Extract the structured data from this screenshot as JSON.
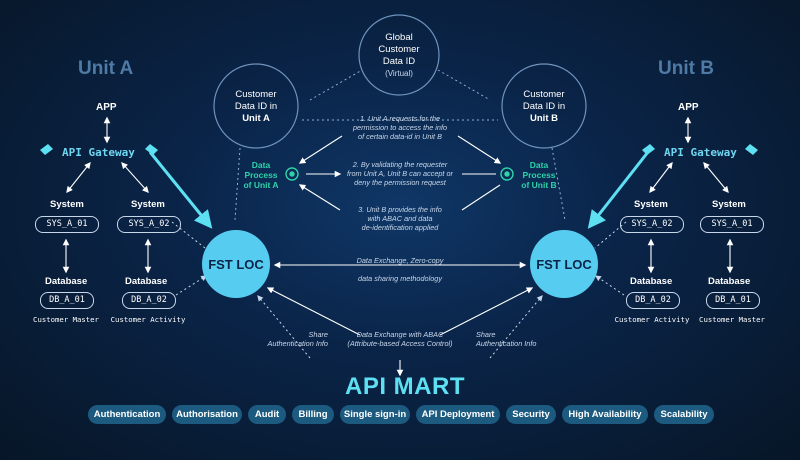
{
  "unit_a": {
    "title": "Unit A",
    "app": "APP",
    "gateway": "API Gateway",
    "system_label": "System",
    "database_label": "Database",
    "systems": [
      {
        "label": "System",
        "box": "SYS_A_01",
        "db_label": "Database",
        "db_box": "DB_A_01",
        "caption": "Customer Master"
      },
      {
        "label": "System",
        "box": "SYS_A_02",
        "db_label": "Database",
        "db_box": "DB_A_02",
        "caption": "Customer Activity"
      }
    ],
    "customer_id_line1": "Customer",
    "customer_id_line2": "Data ID in",
    "customer_id_line3": "Unit A",
    "data_process": [
      "Data",
      "Process",
      "of Unit A"
    ]
  },
  "unit_b": {
    "title": "Unit B",
    "app": "APP",
    "gateway": "API Gateway",
    "systems": [
      {
        "label": "System",
        "box": "SYS_A_02",
        "db_label": "Database",
        "db_box": "DB_A_02",
        "caption": "Customer Activity"
      },
      {
        "label": "System",
        "box": "SYS_A_01",
        "db_label": "Database",
        "db_box": "DB_A_01",
        "caption": "Customer Master"
      }
    ],
    "customer_id_line1": "Customer",
    "customer_id_line2": "Data ID in",
    "customer_id_line3": "Unit B",
    "data_process": [
      "Data",
      "Process",
      "of Unit B"
    ]
  },
  "global_id": [
    "Global",
    "Customer",
    "Data ID",
    "(Virtual)"
  ],
  "steps": [
    [
      "1. Unit A requests for the",
      "permission to access the info",
      "of certain data-id in Unit B"
    ],
    [
      "2. By validating the requester",
      "from Unit A, Unit B can accept or",
      "deny the permission request"
    ],
    [
      "3. Unit B provides the info",
      "with ABAC and data",
      "de-identification applied"
    ]
  ],
  "fst_loc": "FST LOC",
  "exchange": [
    "Data Exchange, Zero-copy",
    "data sharing methodology"
  ],
  "share_auth": [
    "Share",
    "Authentication Info"
  ],
  "share_auth_b": [
    "Share Authentication Info"
  ],
  "abac": [
    "Data Exchange with ABAC",
    "(Attribute-based Access Control)"
  ],
  "api_mart": "API MART",
  "features": [
    "Authentication",
    "Authorisation",
    "Audit",
    "Billing",
    "Single sign-in",
    "API Deployment",
    "Security",
    "High Availability",
    "Scalability"
  ],
  "colors": {
    "accent": "#5ee0f3",
    "fst": "#56cdf0",
    "green": "#2ed3a8",
    "pill": "#1d5a80"
  }
}
